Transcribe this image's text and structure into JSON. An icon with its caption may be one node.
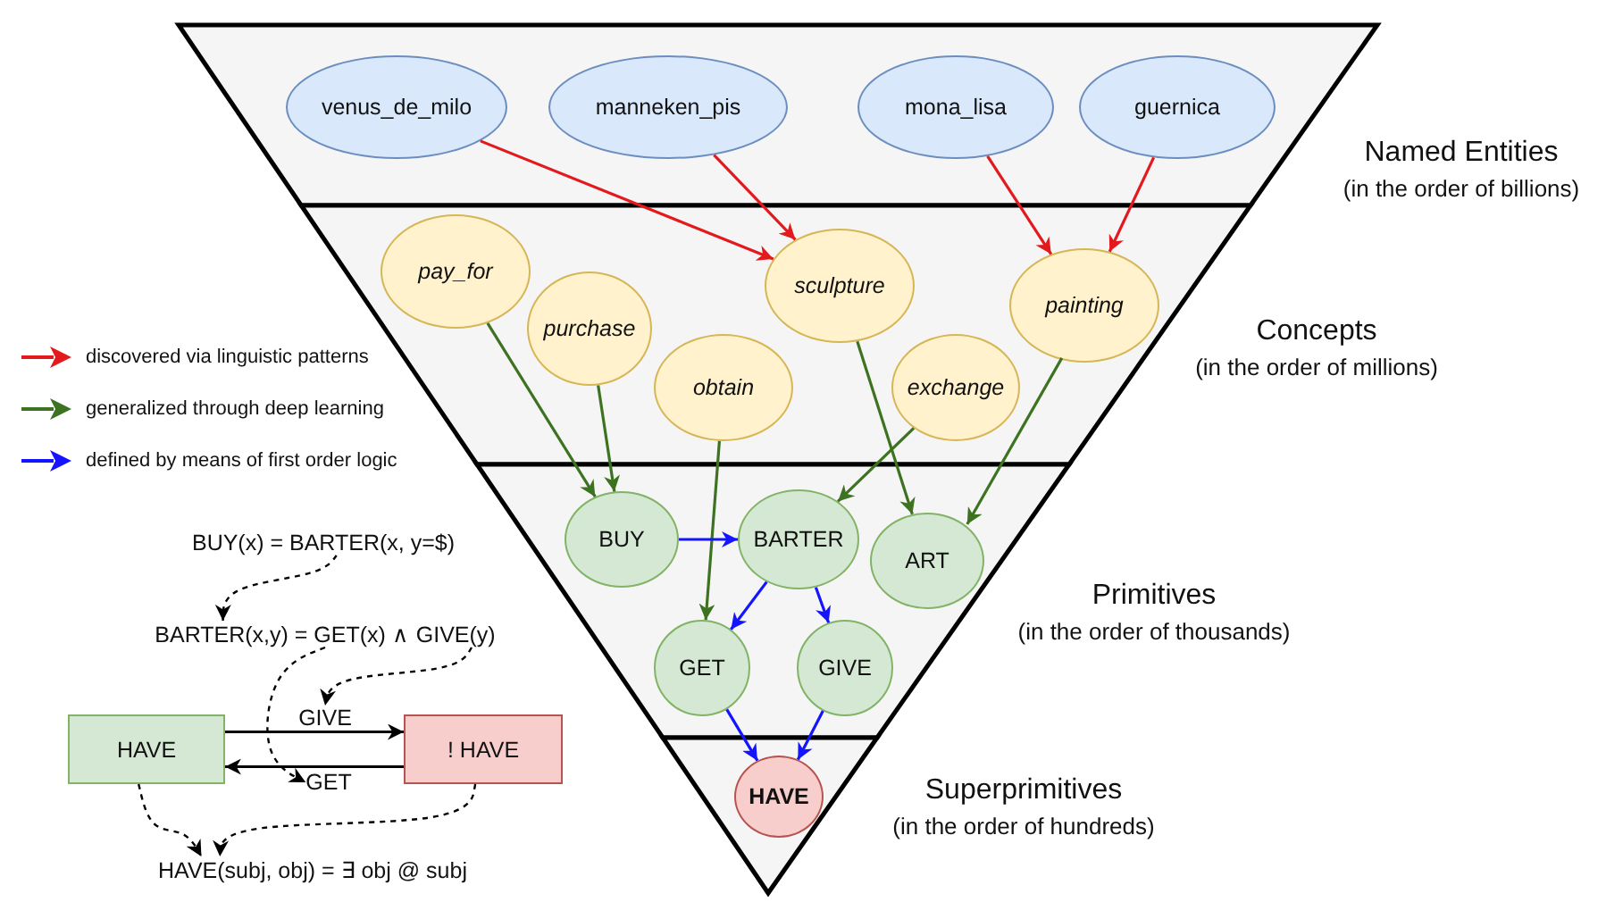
{
  "diagram": {
    "nodes": [
      {
        "text": [
          "Named Entities",
          "(in the order of billions)"
        ]
      },
      {
        "text": [
          "venus_de_milo"
        ],
        "in": 0
      },
      {
        "text": [
          "manneken_pis"
        ],
        "in": 0
      },
      {
        "text": [
          "mona_lisa"
        ],
        "in": 0
      },
      {
        "text": [
          "guernica"
        ],
        "in": 0
      },
      {
        "text": [
          "Concepts",
          "(in the order of millions)"
        ]
      },
      {
        "text": [
          "pay_for"
        ],
        "in": 5
      },
      {
        "text": [
          "purchase"
        ],
        "in": 5
      },
      {
        "text": [
          "sculpture"
        ],
        "in": 5
      },
      {
        "text": [
          "painting"
        ],
        "in": 5
      },
      {
        "text": [
          "obtain"
        ],
        "in": 5
      },
      {
        "text": [
          "exchange"
        ],
        "in": 5
      },
      {
        "text": [
          "Primitives",
          "(in the order of thousands)"
        ]
      },
      {
        "text": [
          "BUY"
        ],
        "in": 12
      },
      {
        "text": [
          "BARTER"
        ],
        "in": 12
      },
      {
        "text": [
          "ART"
        ],
        "in": 12
      },
      {
        "text": [
          "GET"
        ],
        "in": 12
      },
      {
        "text": [
          "GIVE"
        ],
        "in": 12
      },
      {
        "text": [
          "Superprimitives",
          "(in the order of hundreds)"
        ]
      },
      {
        "text": [
          "HAVE"
        ],
        "in": 18
      },
      {
        "text": [
          "BUY(x) = BARTER(x, y=$)"
        ]
      },
      {
        "text": [
          "BARTER(x,y) = GET(x) ∧ GIVE(y)"
        ]
      },
      {
        "text": [
          "HAVE"
        ]
      },
      {
        "text": [
          "! HAVE"
        ]
      },
      {
        "text": [
          "HAVE(subj, obj) = ∃ obj @ subj"
        ]
      },
      {
        "text": [
          "GIVE"
        ]
      },
      {
        "text": [
          "GET"
        ]
      }
    ],
    "edges": [
      {
        "from": 1,
        "to": 8,
        "arrow": "to",
        "color": "#e3191e"
      },
      {
        "from": 2,
        "to": 8,
        "arrow": "to",
        "color": "#e3191e"
      },
      {
        "from": 3,
        "to": 9,
        "arrow": "to",
        "color": "#e3191e"
      },
      {
        "from": 4,
        "to": 9,
        "arrow": "to",
        "color": "#e3191e"
      },
      {
        "from": 6,
        "to": 13,
        "arrow": "to",
        "color": "#3d7320"
      },
      {
        "from": 7,
        "to": 13,
        "arrow": "to",
        "color": "#3d7320"
      },
      {
        "from": 10,
        "to": 16,
        "arrow": "to",
        "color": "#3d7320"
      },
      {
        "from": 8,
        "to": 15,
        "arrow": "to",
        "color": "#3d7320"
      },
      {
        "from": 11,
        "to": 14,
        "arrow": "to",
        "color": "#3d7320"
      },
      {
        "from": 9,
        "to": 15,
        "arrow": "to",
        "color": "#3d7320"
      },
      {
        "from": 13,
        "to": 14,
        "arrow": "to",
        "color": "#1414ff"
      },
      {
        "from": 14,
        "to": 16,
        "arrow": "to",
        "color": "#1414ff"
      },
      {
        "from": 14,
        "to": 17,
        "arrow": "to",
        "color": "#1414ff"
      },
      {
        "from": 16,
        "to": 19,
        "arrow": "to",
        "color": "#1414ff"
      },
      {
        "from": 17,
        "to": 19,
        "arrow": "to",
        "color": "#1414ff"
      },
      {
        "from": 20,
        "to": 21,
        "arrow": "to",
        "style": "dashed"
      },
      {
        "from": 21,
        "to": 25,
        "arrow": "to",
        "style": "dashed"
      },
      {
        "from": 21,
        "to": 26,
        "arrow": "to",
        "style": "dashed"
      },
      {
        "from": 22,
        "to": 23,
        "arrow": "to"
      },
      {
        "from": 23,
        "to": 22,
        "arrow": "to"
      },
      {
        "from": 22,
        "to": 24,
        "arrow": "to",
        "style": "dashed"
      },
      {
        "from": 23,
        "to": 24,
        "arrow": "to",
        "style": "dashed"
      }
    ],
    "legend": [
      {
        "text": "discovered via linguistic patterns",
        "color": "#e3191e"
      },
      {
        "text": "generalized through deep learning",
        "color": "#3d7320"
      },
      {
        "text": "defined by means of first order logic",
        "color": "#1414ff"
      }
    ]
  }
}
